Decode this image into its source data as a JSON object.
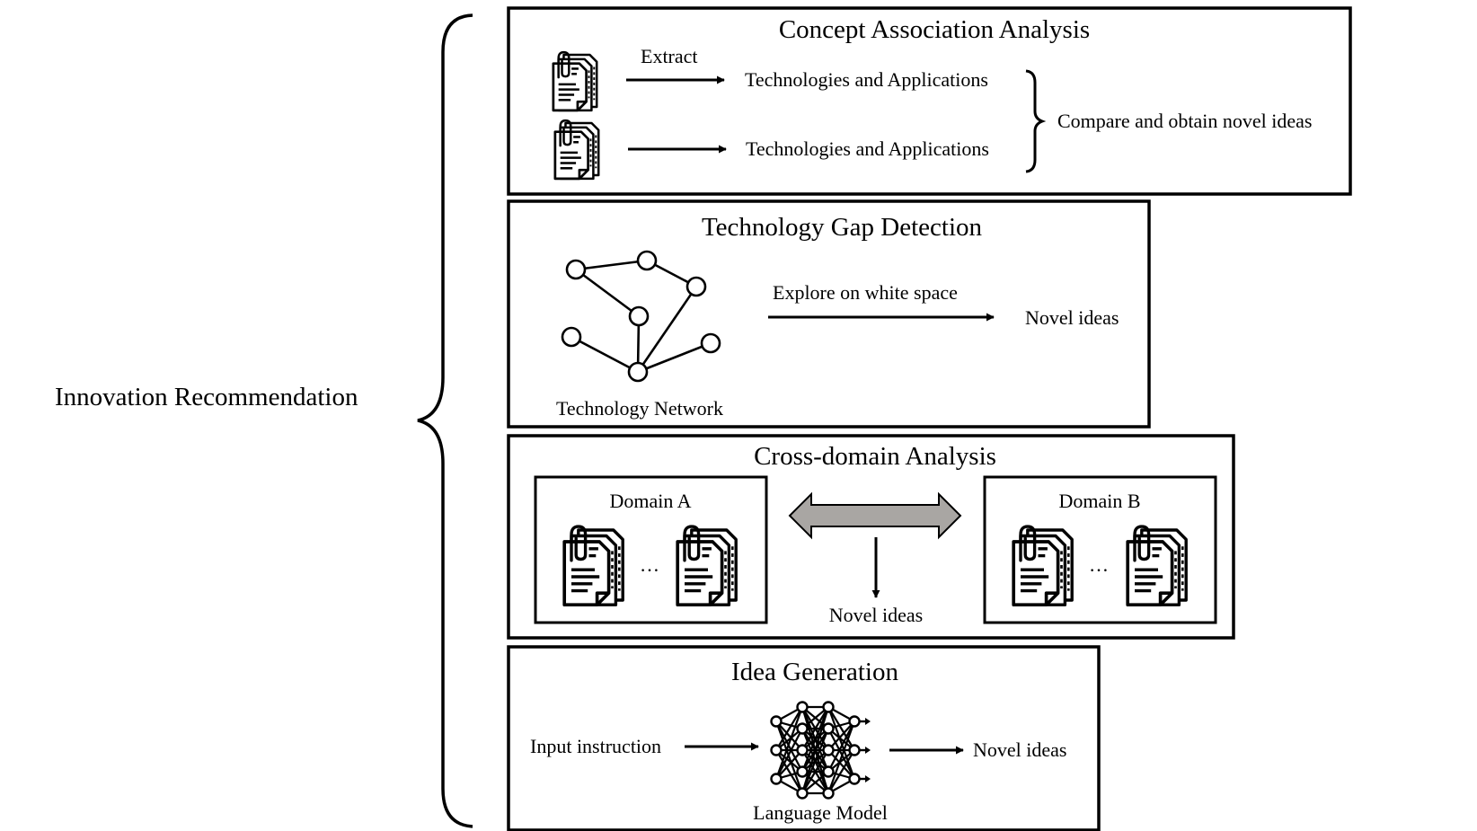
{
  "root_label": "Innovation Recommendation",
  "concept_association": {
    "title": "Concept Association Analysis",
    "extract_label": "Extract",
    "row1_label": "Technologies and Applications",
    "row2_label": "Technologies and Applications",
    "result": "Compare and obtain novel ideas",
    "icons": [
      "document-icon",
      "document-icon"
    ]
  },
  "technology_gap": {
    "title": "Technology Gap Detection",
    "network_label": "Technology Network",
    "action_label": "Explore on white space",
    "result": "Novel ideas",
    "icons": [
      "network-graph-icon"
    ]
  },
  "cross_domain": {
    "title": "Cross-domain Analysis",
    "domain_a": "Domain A",
    "domain_b": "Domain B",
    "ellipsis_a": "…",
    "ellipsis_b": "…",
    "result": "Novel ideas",
    "icons": [
      "document-icon",
      "double-arrow-icon"
    ]
  },
  "idea_generation": {
    "title": "Idea Generation",
    "input_label": "Input instruction",
    "model_label": "Language Model",
    "result": "Novel ideas",
    "icons": [
      "neural-network-icon"
    ]
  },
  "colors": {
    "stroke": "#000000",
    "double_arrow_fill": "#a9a6a3"
  }
}
